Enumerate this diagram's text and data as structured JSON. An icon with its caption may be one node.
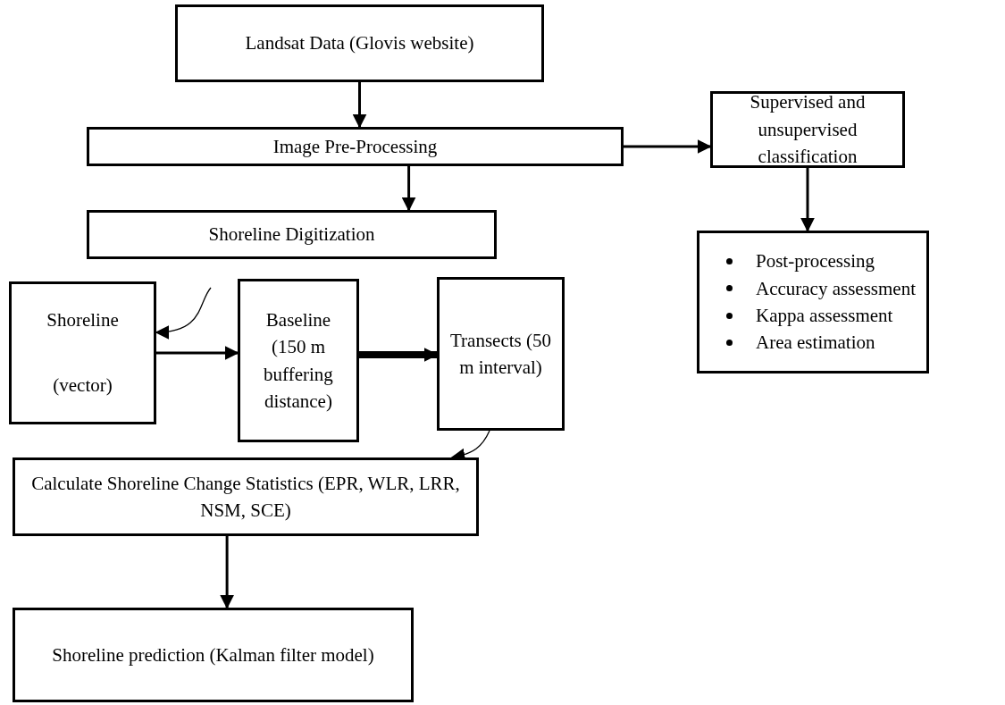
{
  "diagram": {
    "nodes": [
      {
        "text": [
          "Landsat Data (Glovis website)"
        ]
      },
      {
        "text": [
          "Image Pre-Processing"
        ]
      },
      {
        "text": [
          "Supervised and unsupervised classification"
        ]
      },
      {
        "text": [
          "Post-processing",
          "Accuracy assessment",
          "Kappa assessment",
          "Area estimation"
        ]
      },
      {
        "text": [
          "Shoreline Digitization"
        ]
      },
      {
        "text": [
          "Shoreline",
          "(vector)"
        ]
      },
      {
        "text": [
          "Baseline (150 m buffering distance)"
        ]
      },
      {
        "text": [
          "Transects (50 m interval)"
        ]
      },
      {
        "text": [
          "Calculate Shoreline Change Statistics (EPR, WLR, LRR, NSM, SCE)"
        ]
      },
      {
        "text": [
          "Shoreline prediction (Kalman filter model)"
        ]
      }
    ],
    "edges": [
      {
        "from": 0,
        "to": 1,
        "arrow": "to"
      },
      {
        "from": 1,
        "to": 2,
        "arrow": "to"
      },
      {
        "from": 2,
        "to": 3,
        "arrow": "to"
      },
      {
        "from": 1,
        "to": 4,
        "arrow": "to"
      },
      {
        "from": 4,
        "to": 5,
        "arrow": "to"
      },
      {
        "from": 5,
        "to": 6,
        "arrow": "to"
      },
      {
        "from": 6,
        "to": 7,
        "arrow": "to",
        "style": "thick"
      },
      {
        "from": 7,
        "to": 8,
        "arrow": "to"
      },
      {
        "from": 8,
        "to": 9,
        "arrow": "to"
      }
    ]
  }
}
